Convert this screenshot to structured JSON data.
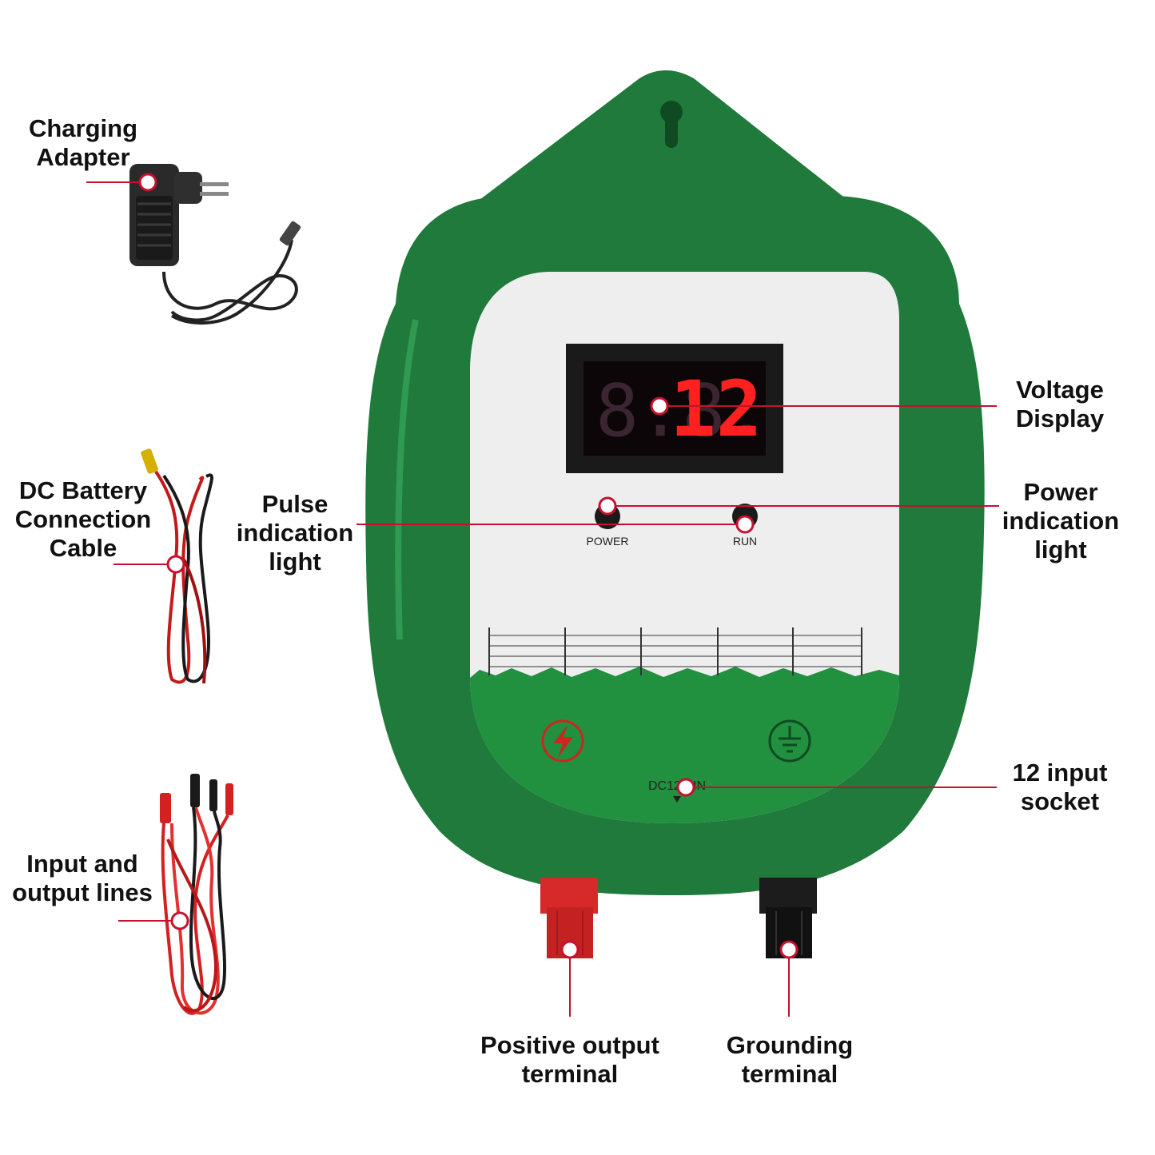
{
  "colors": {
    "casing_green": "#1f7a3c",
    "panel_white": "#eeeeee",
    "leader_red": "#c8102e",
    "display_red": "#ff2020",
    "terminal_red": "#d62a2a",
    "terminal_black": "#1c1c1c"
  },
  "labels": {
    "charging_adapter": [
      "Charging",
      "Adapter"
    ],
    "dc_battery_cable": [
      "DC Battery",
      "Connection",
      "Cable"
    ],
    "pulse_light": [
      "Pulse",
      "indication",
      "light"
    ],
    "io_lines": [
      "Input and",
      "output lines"
    ],
    "voltage_display": [
      "Voltage",
      "Display"
    ],
    "power_light": [
      "Power",
      "indication",
      "light"
    ],
    "input_socket": [
      "12 input",
      "socket"
    ],
    "positive_terminal": [
      "Positive output",
      "terminal"
    ],
    "grounding_terminal": [
      "Grounding",
      "terminal"
    ]
  },
  "device": {
    "display_reading": "12",
    "dim_digits": "8.8.",
    "power_text": "POWER",
    "run_text": "RUN",
    "dc_in_text": "DC12V IN"
  },
  "icons": [
    "lightning-icon",
    "ground-icon",
    "keyhole-icon"
  ]
}
